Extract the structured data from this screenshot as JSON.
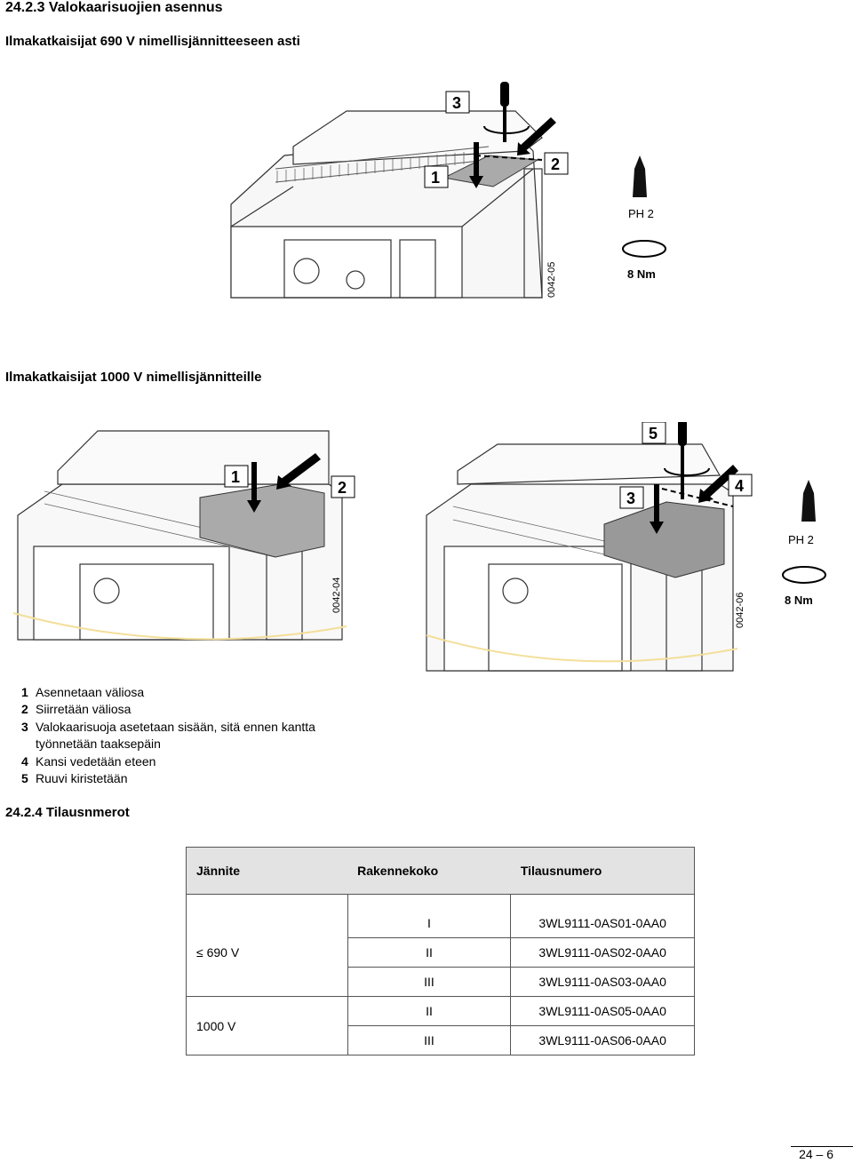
{
  "section_title": "24.2.3  Valokaarisuojien asennus",
  "subtitle_690": "Ilmakatkaisijat 690 V nimellisjännitteeseen asti",
  "subtitle_1000": "Ilmakatkaisijat 1000 V nimellisjännitteille",
  "figure_labels": {
    "fig1_code": "0042-05",
    "fig2_code": "0042-04",
    "fig3_code": "0042-06",
    "tool": "PH 2",
    "torque": "8 Nm",
    "callouts": [
      "1",
      "2",
      "3",
      "4",
      "5"
    ]
  },
  "steps": [
    {
      "num": "1",
      "text": "Asennetaan väliosa"
    },
    {
      "num": "2",
      "text": "Siirretään väliosa"
    },
    {
      "num": "3",
      "text": "Valokaarisuoja asetetaan sisään, sitä ennen kantta\ntyönnetään taaksepäin"
    },
    {
      "num": "4",
      "text": "Kansi vedetään eteen"
    },
    {
      "num": "5",
      "text": "Ruuvi kiristetään"
    }
  ],
  "order_title": "24.2.4   Tilausnmerot",
  "table": {
    "headers": [
      "Jännite",
      "Rakennekoko",
      "Tilausnumero"
    ],
    "group1_voltage": "690 V",
    "group1_voltage_prefix": "≤",
    "group2_voltage": "1000 V",
    "rows": [
      {
        "size": "I",
        "number": "3WL9111-0AS01-0AA0"
      },
      {
        "size": "II",
        "number": "3WL9111-0AS02-0AA0"
      },
      {
        "size": "III",
        "number": "3WL9111-0AS03-0AA0"
      },
      {
        "size": "II",
        "number": "3WL9111-0AS05-0AA0"
      },
      {
        "size": "III",
        "number": "3WL9111-0AS06-0AA0"
      }
    ]
  },
  "page_number": "24 – 6"
}
